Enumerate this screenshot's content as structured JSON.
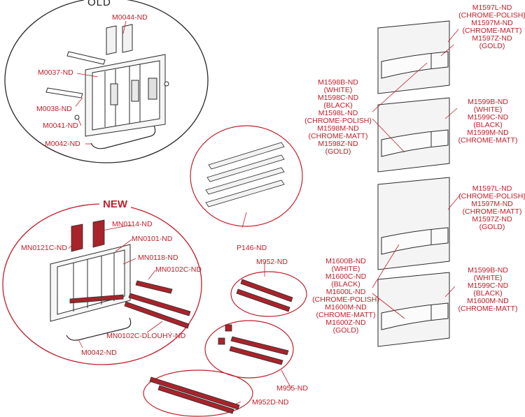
{
  "colors": {
    "accent": "#c0202a",
    "line": "#2a2a2a",
    "part": "#a8232b",
    "plate": "#f4f4f4"
  },
  "headings": {
    "old": "OLD",
    "new": "NEW"
  },
  "labels": {
    "m0044": "M0044-ND",
    "m0037": "M0037-ND",
    "m0038": "M0038-ND",
    "m0041": "M0041-ND",
    "m0042_old": "M0042-ND",
    "p146": "P146-ND",
    "mn0114": "MN0114-ND",
    "mn0121c": "MN0121C-ND",
    "mn0101": "MN0101-ND",
    "mn0118": "MN0118-ND",
    "mn0102c": "MN0102C-ND",
    "mn0102c_long": "MN0102C-DLOUHÝ-ND",
    "m0042_new": "M0042-ND",
    "m952": "M952-ND",
    "m955": "M955-ND",
    "m952d": "M952D-ND"
  },
  "variant_groups": {
    "g1597a": [
      "M1597L-ND",
      "(CHROME-POLISH)",
      "M1597M-ND",
      "(CHROME-MATT)",
      "M1597Z-ND",
      "(GOLD)"
    ],
    "g1598": [
      "M1598B-ND",
      "(WHITE)",
      "M1598C-ND",
      "(BLACK)",
      "M1598L-ND",
      "(CHROME-POLISH)",
      "M1598M-ND",
      "(CHROME-MATT)",
      "M1598Z-ND",
      "(GOLD)"
    ],
    "g1599a": [
      "M1599B-ND",
      "(WHITE)",
      "M1599C-ND",
      "(BLACK)",
      "M1599M-ND",
      "(CHROME-MATT)"
    ],
    "g1597b": [
      "M1597L-ND",
      "(CHROME-POLISH)",
      "M1597M-ND",
      "(CHROME-MATT)",
      "M1597Z-ND",
      "(GOLD)"
    ],
    "g1600": [
      "M1600B-ND",
      "(WHITE)",
      "M1600C-ND",
      "(BLACK)",
      "M1600L-ND",
      "(CHROME-POLISH)",
      "M1600M-ND",
      "(CHROME-MATT)",
      "M1600Z-ND",
      "(GOLD)"
    ],
    "g1599b": [
      "M1599B-ND",
      "(WHITE)",
      "M1599C-ND",
      "(BLACK)",
      "M1600M-ND",
      "(CHROME-MATT)"
    ]
  }
}
